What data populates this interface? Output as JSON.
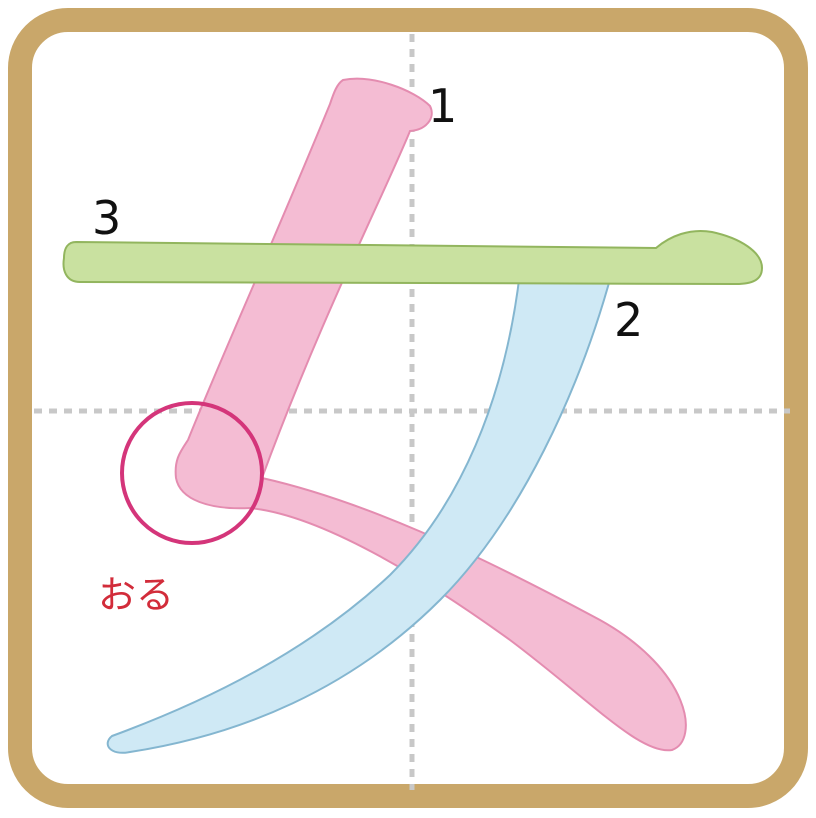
{
  "character": "女",
  "frame": {
    "border_color": "#C9A76A",
    "background": "#FFFFFF",
    "guide_color": "#C8C8C8"
  },
  "strokes": [
    {
      "order": "1",
      "color": "#F4BCD3",
      "outline": "#E48CB0"
    },
    {
      "order": "2",
      "color": "#CFE9F5",
      "outline": "#84B6D0"
    },
    {
      "order": "3",
      "color": "#C9E1A0",
      "outline": "#92B55E"
    }
  ],
  "annotation": {
    "text": "おる",
    "text_color": "#D22C3A",
    "circle_color": "#D4357A"
  }
}
